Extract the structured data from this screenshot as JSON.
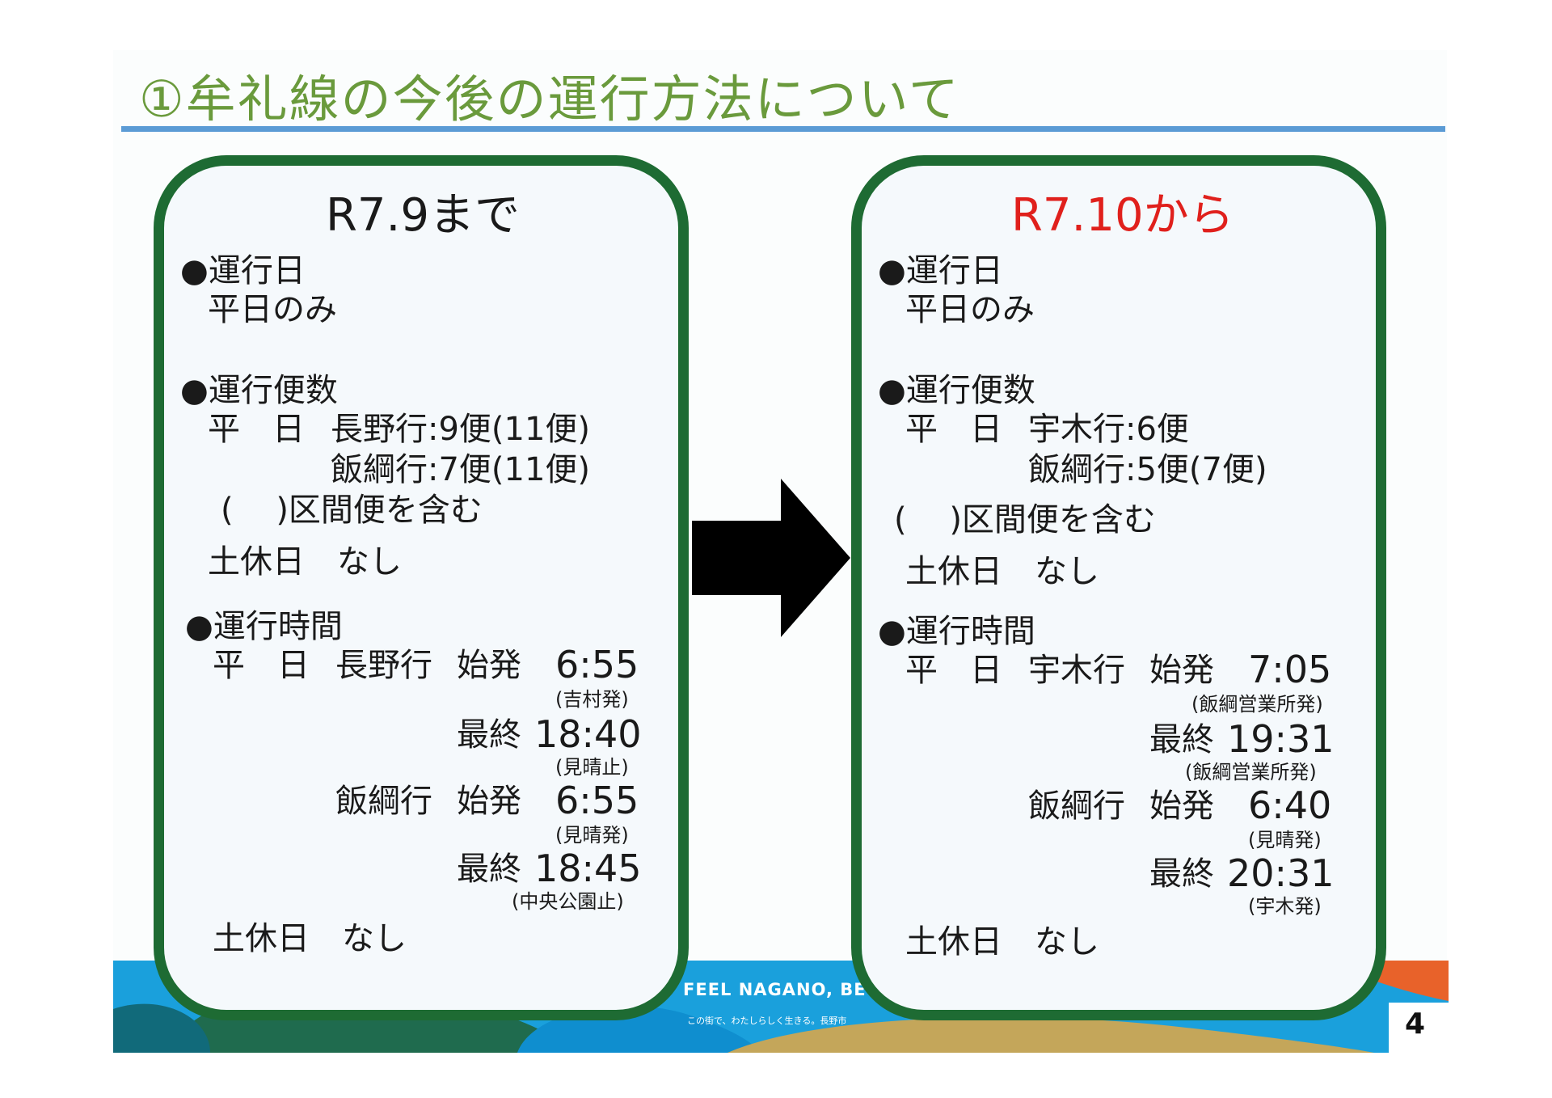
{
  "title": "①牟礼線の今後の運行方法について",
  "footer": {
    "slogan": "FEEL NAGANO, BE NATURAL",
    "tagline": "この街で、わたしらしく生きる。長野市",
    "page_number": "4"
  },
  "left": {
    "heading": "R7.9まで",
    "days_label": "●運行日",
    "days_value": "平日のみ",
    "count_label": "●運行便数",
    "count_wd": "平　日",
    "count_l1": "長野行:9便(11便)",
    "count_l2": "飯綱行:7便(11便)",
    "count_note": "(　 )区間便を含む",
    "count_we": "土休日　なし",
    "time_label": "●運行時間",
    "time_wd": "平　日",
    "dest1": "長野行",
    "dest1_first_label": "始発",
    "dest1_first": "6:55",
    "dest1_first_note": "(吉村発)",
    "dest1_last_label": "最終",
    "dest1_last": "18:40",
    "dest1_last_note": "(見晴止)",
    "dest2": "飯綱行",
    "dest2_first_label": "始発",
    "dest2_first": "6:55",
    "dest2_first_note": "(見晴発)",
    "dest2_last_label": "最終",
    "dest2_last": "18:45",
    "dest2_last_note": "(中央公園止)",
    "time_we": "土休日　なし"
  },
  "right": {
    "heading": "R7.10から",
    "heading_color": "#e0201c",
    "days_label": "●運行日",
    "days_value": "平日のみ",
    "count_label": "●運行便数",
    "count_wd": "平　日",
    "count_l1": "宇木行:6便",
    "count_l2": "飯綱行:5便(7便)",
    "count_note": "(　 )区間便を含む",
    "count_we": "土休日　なし",
    "time_label": "●運行時間",
    "time_wd": "平　日",
    "dest1": "宇木行",
    "dest1_first_label": "始発",
    "dest1_first": "7:05",
    "dest1_first_note": "(飯綱営業所発)",
    "dest1_last_label": "最終",
    "dest1_last": "19:31",
    "dest1_last_note": "(飯綱営業所発)",
    "dest2": "飯綱行",
    "dest2_first_label": "始発",
    "dest2_first": "6:40",
    "dest2_first_note": "(見晴発)",
    "dest2_last_label": "最終",
    "dest2_last": "20:31",
    "dest2_last_note": "(宇木発)",
    "time_we": "土休日　なし"
  },
  "colors": {
    "title": "#6a9a3c",
    "rule": "#5b9bd5",
    "panel_border": "#1e6b33",
    "arrow": "#000000"
  },
  "icons": {
    "arrow": "right-arrow-icon"
  }
}
